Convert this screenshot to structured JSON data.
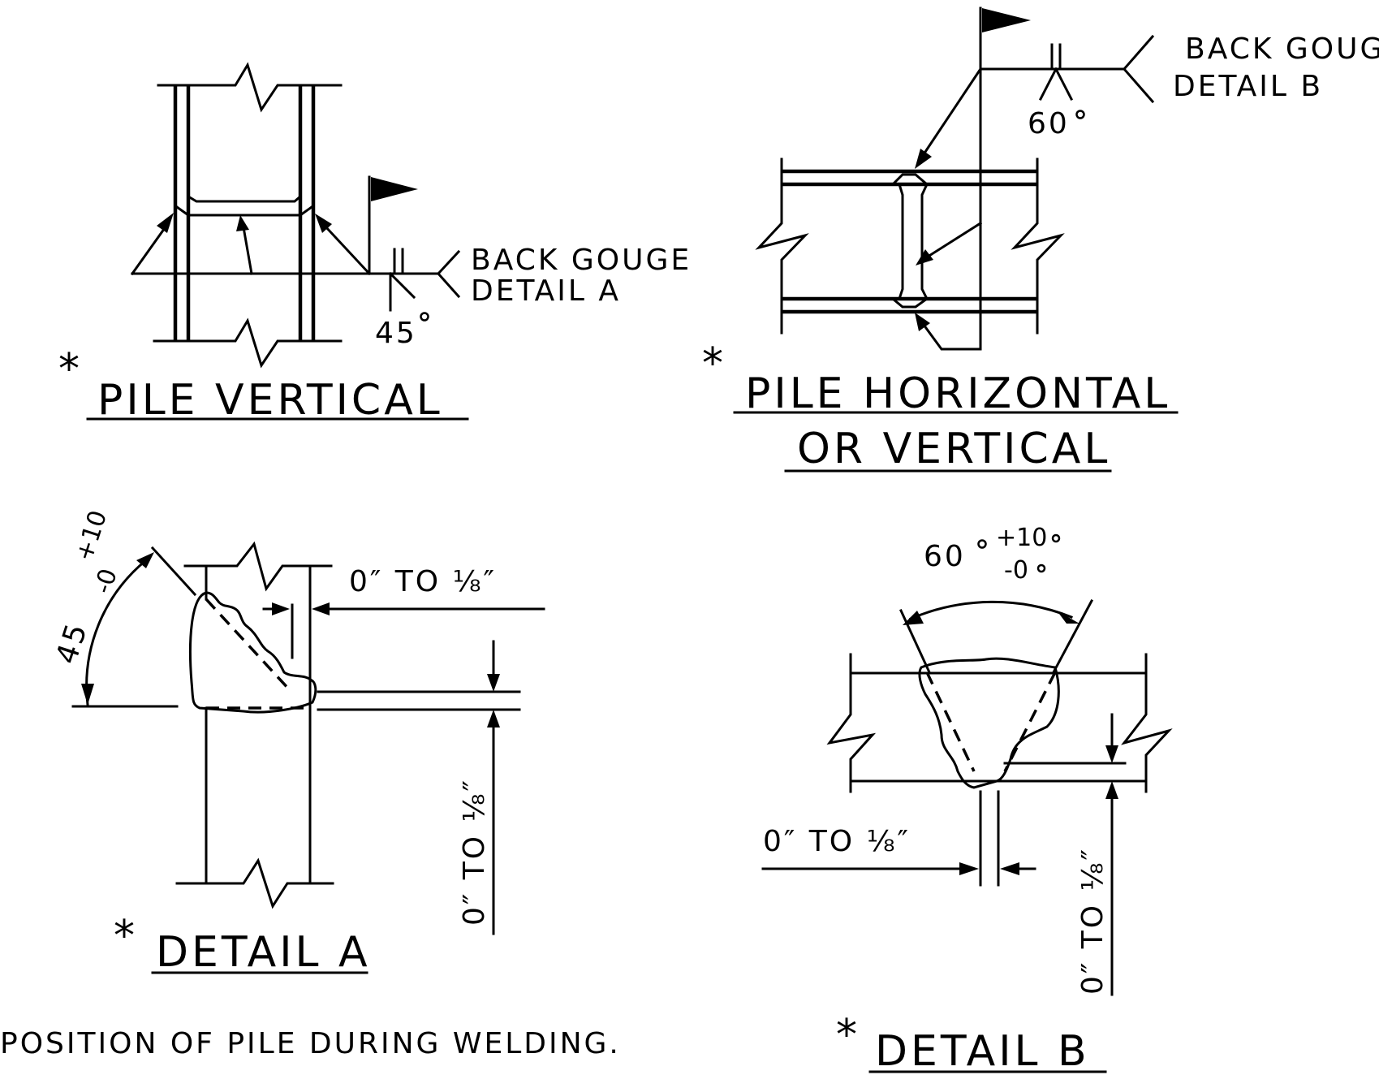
{
  "pile_vertical": {
    "title": "PILE VERTICAL",
    "callout_line1": "BACK GOUGE",
    "callout_line2": "DETAIL A",
    "angle": "45",
    "asterisk": "*"
  },
  "pile_horizontal": {
    "title_line1": "PILE HORIZONTAL",
    "title_line2": "OR VERTICAL",
    "callout_line1": "BACK GOUGE",
    "callout_line2": "DETAIL B",
    "angle": "60",
    "asterisk": "*"
  },
  "detail_a": {
    "title": "DETAIL A",
    "angle_main": "45",
    "tol_plus": "+10",
    "tol_minus": "-0",
    "gap_label": "0″ TO ⅛″",
    "root_label": "0″ TO ⅛″",
    "asterisk": "*"
  },
  "detail_b": {
    "title": "DETAIL B",
    "angle_main": "60",
    "tol_plus": "+10",
    "tol_minus": "-0",
    "gap_label": "0″ TO ⅛″",
    "root_label": "0″ TO ⅛″",
    "asterisk": "*"
  },
  "footnote": "POSITION OF PILE DURING WELDING."
}
